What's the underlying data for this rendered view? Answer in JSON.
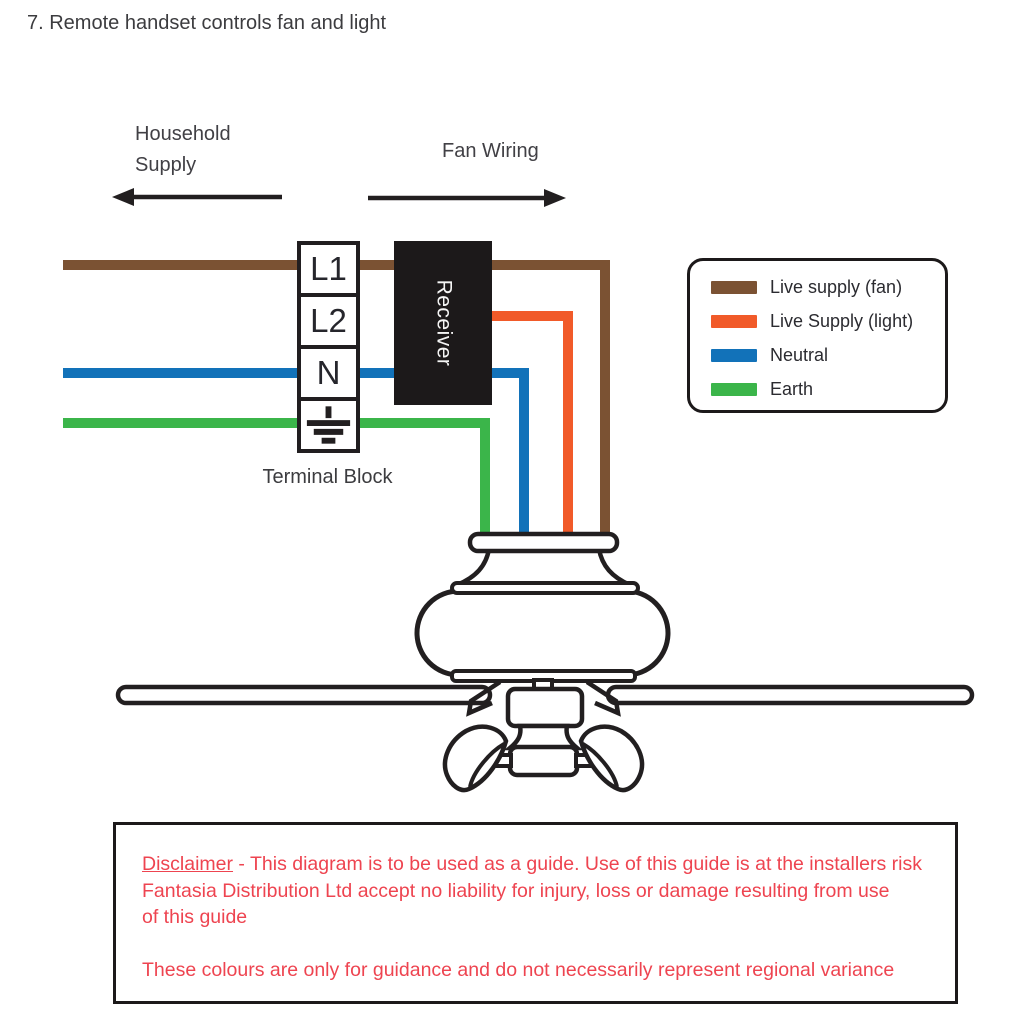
{
  "title": "7. Remote handset controls fan and light",
  "labels": {
    "household_supply_line1": "Household",
    "household_supply_line2": "Supply",
    "fan_wiring": "Fan Wiring",
    "terminal_block": "Terminal Block",
    "receiver": "Receiver"
  },
  "terminal_block": {
    "cells": [
      "L1",
      "L2",
      "N"
    ],
    "fourth_cell_symbol": "earth-ground-symbol"
  },
  "colors": {
    "live_fan": "#7B5233",
    "live_light": "#F15A29",
    "neutral": "#1272B9",
    "earth": "#3BB54A",
    "ink": "#221F20",
    "disclaimer_text": "#EE4450"
  },
  "legend": {
    "items": [
      {
        "label": "Live supply (fan)",
        "color": "#7B5233"
      },
      {
        "label": "Live Supply (light)",
        "color": "#F15A29"
      },
      {
        "label": "Neutral",
        "color": "#1272B9"
      },
      {
        "label": "Earth",
        "color": "#3BB54A"
      }
    ]
  },
  "disclaimer": {
    "underlined_word": "Disclaimer",
    "line1_rest": " - This diagram is to be used as a guide.  Use of this guide is at the installers risk",
    "line2": "Fantasia Distribution Ltd accept no liability for injury, loss or damage resulting from use",
    "line3": "of this guide",
    "line4": "These colours are only for guidance and do not necessarily represent regional variance"
  }
}
